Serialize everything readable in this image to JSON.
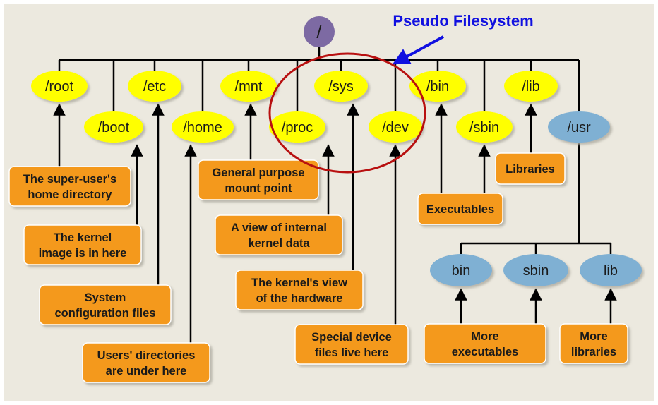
{
  "root": {
    "label": "/"
  },
  "callout": {
    "label": "Pseudo Filesystem",
    "color": "#1010e0",
    "ring_color": "#b81010"
  },
  "colors": {
    "background": "#ece9df",
    "yellow_node": "#ffff00",
    "blue_node": "#7fb0d3",
    "root_node": "#7d6aa3",
    "desc_box": "#f4991e",
    "line": "#000000"
  },
  "nodes": [
    {
      "id": "root",
      "label": "/root",
      "color": "yellow"
    },
    {
      "id": "boot",
      "label": "/boot",
      "color": "yellow"
    },
    {
      "id": "etc",
      "label": "/etc",
      "color": "yellow"
    },
    {
      "id": "home",
      "label": "/home",
      "color": "yellow"
    },
    {
      "id": "mnt",
      "label": "/mnt",
      "color": "yellow"
    },
    {
      "id": "proc",
      "label": "/proc",
      "color": "yellow"
    },
    {
      "id": "sys",
      "label": "/sys",
      "color": "yellow"
    },
    {
      "id": "dev",
      "label": "/dev",
      "color": "yellow"
    },
    {
      "id": "bin",
      "label": "/bin",
      "color": "yellow"
    },
    {
      "id": "sbin",
      "label": "/sbin",
      "color": "yellow"
    },
    {
      "id": "lib",
      "label": "/lib",
      "color": "yellow"
    },
    {
      "id": "usr",
      "label": "/usr",
      "color": "blue"
    },
    {
      "id": "usr-bin",
      "label": "bin",
      "color": "blue"
    },
    {
      "id": "usr-sbin",
      "label": "sbin",
      "color": "blue"
    },
    {
      "id": "usr-lib",
      "label": "lib",
      "color": "blue"
    }
  ],
  "descriptions": [
    {
      "id": "root-desc",
      "lines": [
        "The super-user's",
        "home directory"
      ]
    },
    {
      "id": "boot-desc",
      "lines": [
        "The kernel",
        "image is in here"
      ]
    },
    {
      "id": "etc-desc",
      "lines": [
        "System",
        "configuration files"
      ]
    },
    {
      "id": "home-desc",
      "lines": [
        "Users' directories",
        "are under here"
      ]
    },
    {
      "id": "mnt-desc",
      "lines": [
        "General purpose",
        "mount point"
      ]
    },
    {
      "id": "proc-desc",
      "lines": [
        "A view of internal",
        "kernel data"
      ]
    },
    {
      "id": "sys-desc",
      "lines": [
        "The kernel's view",
        "of the hardware"
      ]
    },
    {
      "id": "dev-desc",
      "lines": [
        "Special device",
        "files live here"
      ]
    },
    {
      "id": "bin-desc",
      "lines": [
        "Executables"
      ]
    },
    {
      "id": "lib-desc",
      "lines": [
        "Libraries"
      ]
    },
    {
      "id": "usr-bin-desc",
      "lines": [
        "More",
        "executables"
      ]
    },
    {
      "id": "usr-lib-desc",
      "lines": [
        "More",
        "libraries"
      ]
    }
  ]
}
